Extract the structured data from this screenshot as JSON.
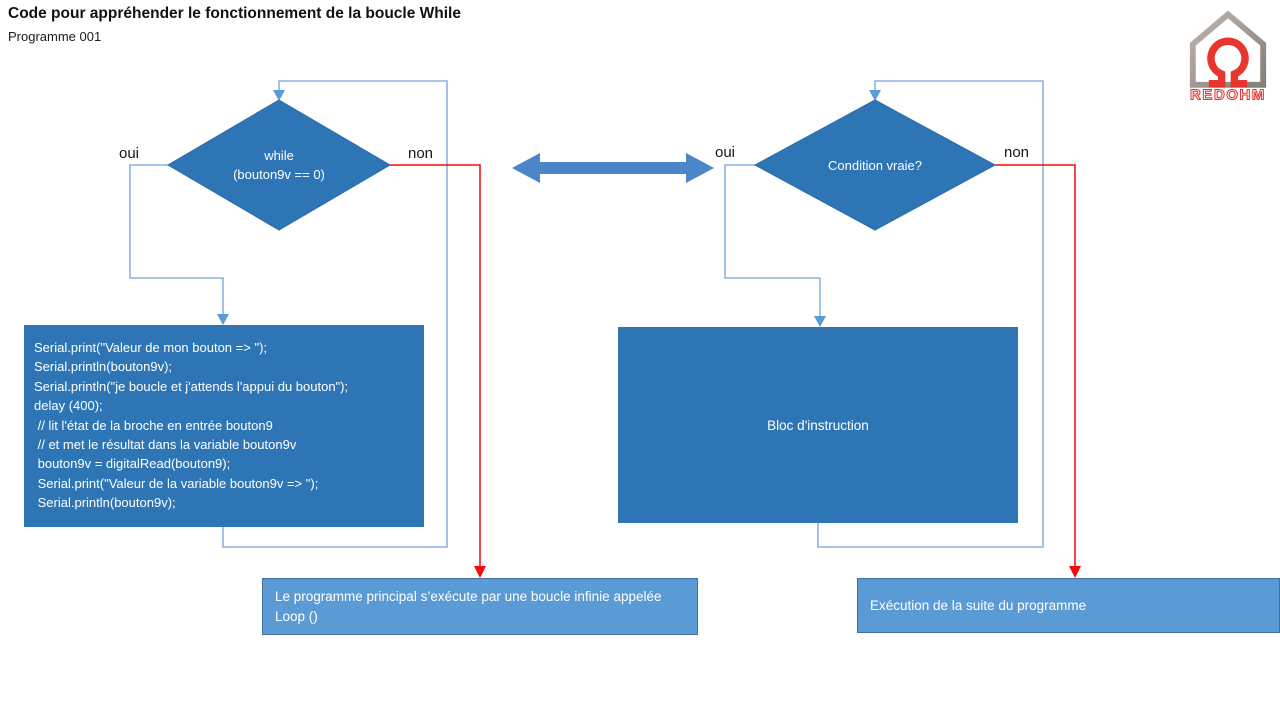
{
  "header": {
    "title": "Code pour appréhender le fonctionnement de la boucle While",
    "subtitle": "Programme 001"
  },
  "logo": {
    "brand": "REDOHM",
    "house_icon": "house-omega-logo"
  },
  "left_flow": {
    "condition_line1": "while",
    "condition_line2": "(bouton9v == 0)",
    "yes_label": "oui",
    "no_label": "non",
    "code_block": {
      "lines": [
        "Serial.print(\"Valeur de mon bouton => \");",
        "Serial.println(bouton9v);",
        "Serial.println(\"je boucle et j'attends l'appui du bouton\");",
        "delay (400);",
        " // lit l'état de la broche en entrée bouton9",
        " // et met le résultat dans la variable bouton9v",
        " bouton9v = digitalRead(bouton9);",
        " Serial.print(\"Valeur de la variable bouton9v => \");",
        " Serial.println(bouton9v);"
      ]
    },
    "result_text": "Le programme principal s’exécute par une boucle infinie appelée Loop ()"
  },
  "right_flow": {
    "condition": "Condition vraie?",
    "yes_label": "oui",
    "no_label": "non",
    "instruction_text": "Bloc d'instruction",
    "result_text": "Exécution de la suite du programme"
  },
  "colors": {
    "shape_dark_blue": "#2E75B6",
    "box_light_blue": "#5B9BD5",
    "box_border_blue": "#41719C",
    "connector_blue": "#8AB4DF",
    "arrowhead_blue": "#5B9BD5",
    "exit_red": "#F50A0A",
    "double_arrow_blue": "#4A86C8",
    "logo_gray": "#9B938C",
    "logo_red": "#E8352E"
  }
}
